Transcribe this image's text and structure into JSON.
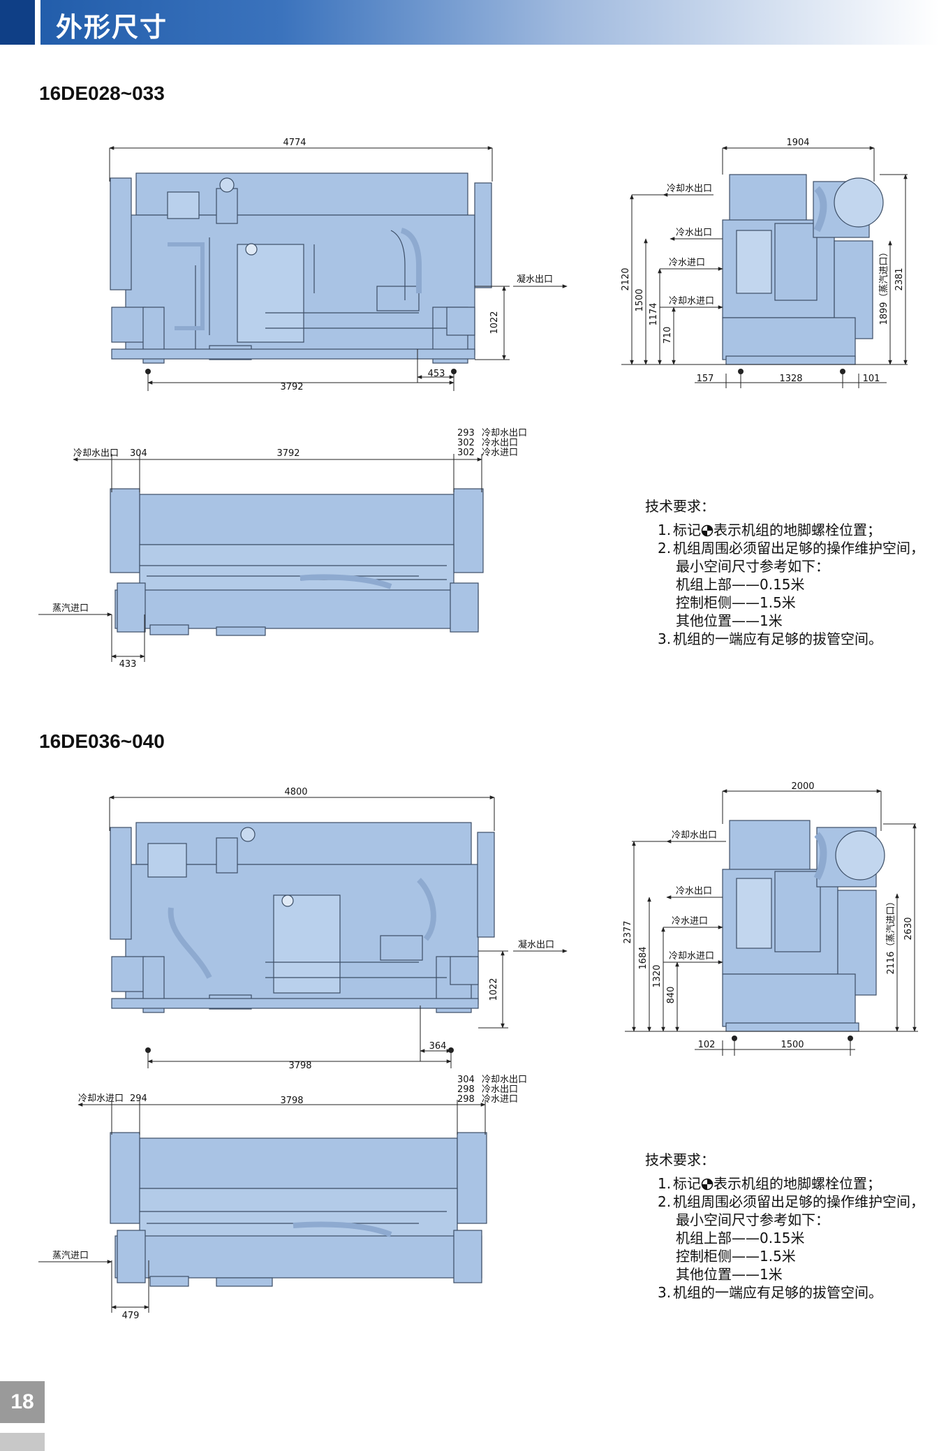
{
  "header": {
    "title": "外形尺寸"
  },
  "sections": [
    {
      "model": "16DE028~033",
      "front": {
        "overall": "4774",
        "base": "3792",
        "offset": "453",
        "outlet_height": "1022",
        "cond_out": "凝水出口"
      },
      "side": {
        "width": "1904",
        "cw_out": "冷却水出口",
        "chw_out": "冷水出口",
        "chw_in": "冷水进口",
        "cw_in": "冷却水进口",
        "h1": "2120",
        "h2": "1500",
        "h3": "1174",
        "h4": "710",
        "h_steam": "1899（蒸汽进口）",
        "h_total": "2381",
        "b1": "157",
        "b2": "1328",
        "b3": "101"
      },
      "top": {
        "left_label": "冷却水出口",
        "left_dim": "304",
        "span": "3792",
        "r1": "293",
        "r1l": "冷却水出口",
        "r2": "302",
        "r2l": "冷水出口",
        "r3": "302",
        "r3l": "冷水进口",
        "steam": "蒸汽进口",
        "steam_dim": "433"
      }
    },
    {
      "model": "16DE036~040",
      "front": {
        "overall": "4800",
        "base": "3798",
        "offset": "364",
        "outlet_height": "1022",
        "cond_out": "凝水出口"
      },
      "side": {
        "width": "2000",
        "cw_out": "冷却水出口",
        "chw_out": "冷水出口",
        "chw_in": "冷水进口",
        "cw_in": "冷却水进口",
        "h1": "2377",
        "h2": "1684",
        "h3": "1320",
        "h4": "840",
        "h_steam": "2116（蒸汽进口）",
        "h_total": "2630",
        "b1": "102",
        "b2": "1500"
      },
      "top": {
        "left_label": "冷却水进口",
        "left_dim": "294",
        "span": "3798",
        "r1": "304",
        "r1l": "冷却水出口",
        "r2": "298",
        "r2l": "冷水出口",
        "r3": "298",
        "r3l": "冷水进口",
        "steam": "蒸汽进口",
        "steam_dim": "479"
      }
    }
  ],
  "notes": {
    "title": "技术要求：",
    "n1_num": "1.",
    "n1_pre": "标记",
    "n1_post": "表示机组的地脚螺栓位置；",
    "n2_num": "2.",
    "n2": "机组周围必须留出足够的操作维护空间，",
    "n2a": "最小空间尺寸参考如下：",
    "n2b": "机组上部——0.15米",
    "n2c": "控制柜侧——1.5米",
    "n2d": "其他位置——1米",
    "n3_num": "3.",
    "n3": "机组的一端应有足够的拔管空间。"
  },
  "colors": {
    "machine": "#a9c3e4",
    "outline": "#3c4e66",
    "dim": "#222222",
    "header_dark": "#0f3f86"
  },
  "page_number": "18"
}
